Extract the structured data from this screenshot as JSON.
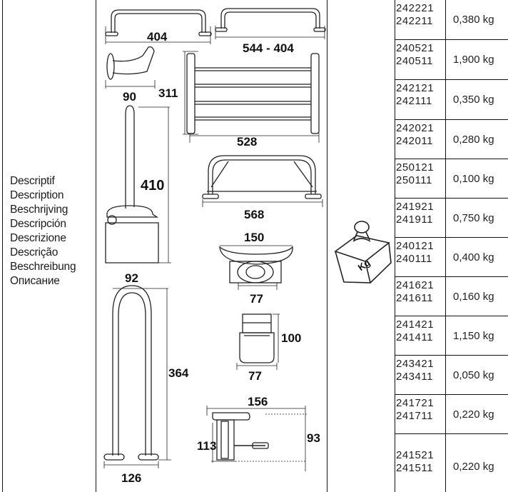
{
  "descriptions": [
    "Descriptif",
    "Description",
    "Beschrijving",
    "Descripción",
    "Descrizione",
    "Descrição",
    "Beschreibung",
    "Описание"
  ],
  "dimensions": {
    "grab_bar_404": "404",
    "grab_bar_544": "544 - 404",
    "hook_90": "90",
    "shelf_311": "311",
    "shelf_528": "528",
    "brush_410": "410",
    "bar_568": "568",
    "soap_150": "150",
    "soap_77": "77",
    "u_bar_92": "92",
    "u_bar_364": "364",
    "u_bar_126": "126",
    "cup_100": "100",
    "cup_77": "77",
    "holder_156": "156",
    "holder_113": "113",
    "holder_93": "93"
  },
  "weight_icon_label": "Kg",
  "rows": [
    {
      "code1": "242221",
      "code2": "242211",
      "weight": "0,380 kg"
    },
    {
      "code1": "240521",
      "code2": "240511",
      "weight": "1,900 kg"
    },
    {
      "code1": "242121",
      "code2": "242111",
      "weight": "0,350 kg"
    },
    {
      "code1": "242021",
      "code2": "242011",
      "weight": "0,280 kg"
    },
    {
      "code1": "250121",
      "code2": "250111",
      "weight": "0,100 kg"
    },
    {
      "code1": "241921",
      "code2": "241911",
      "weight": "0,750 kg"
    },
    {
      "code1": "240121",
      "code2": "240111",
      "weight": "0,400 kg"
    },
    {
      "code1": "241621",
      "code2": "241611",
      "weight": "0,160 kg"
    },
    {
      "code1": "241421",
      "code2": "241411",
      "weight": "1,150 kg"
    },
    {
      "code1": "243421",
      "code2": "243411",
      "weight": "0,050 kg"
    },
    {
      "code1": "241721",
      "code2": "241711",
      "weight": "0,220 kg"
    },
    {
      "code1": "241521",
      "code2": "241511",
      "weight": "0,220 kg"
    }
  ]
}
